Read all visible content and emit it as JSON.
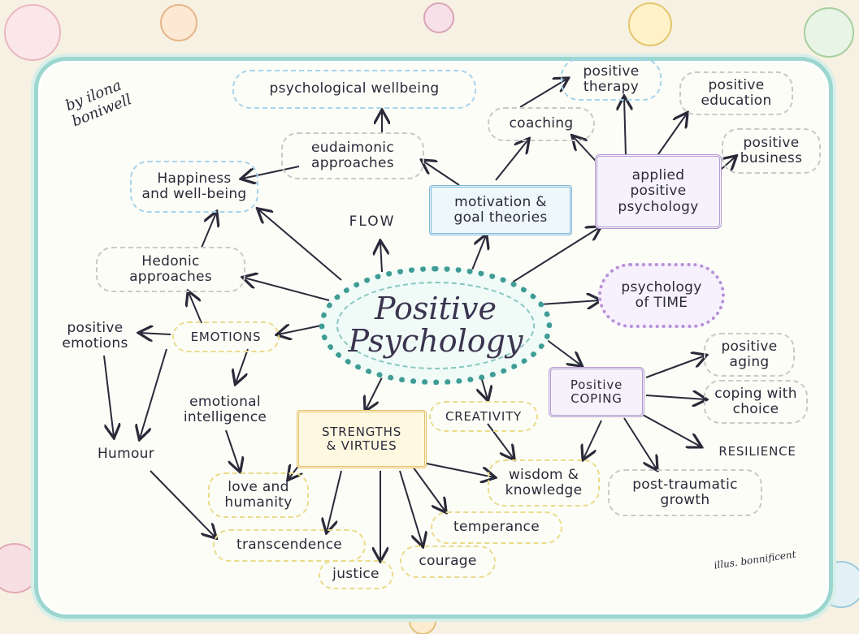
{
  "author_signature": "by ilona boniwell",
  "illustrator_signature": "illus. bonnificent",
  "center": {
    "line1": "Positive",
    "line2": "Psychology"
  },
  "nodes": {
    "psychological_wellbeing": "psychological wellbeing",
    "eudaimonic_approaches": "eudaimonic\napproaches",
    "happiness_wellbeing": "Happiness\nand well-being",
    "flow": "FLOW",
    "hedonic_approaches": "Hedonic\napproaches",
    "positive_emotions": "positive\nemotions",
    "emotions": "EMOTIONS",
    "emotional_intelligence": "emotional\nintelligence",
    "humour": "Humour",
    "love_humanity": "love and\nhumanity",
    "transcendence": "transcendence",
    "justice": "justice",
    "courage": "courage",
    "temperance": "temperance",
    "strengths_virtues": "STRENGTHS\n& VIRTUES",
    "creativity": "CREATIVITY",
    "wisdom_knowledge": "wisdom &\nknowledge",
    "motivation_goal": "motivation &\ngoal theories",
    "coaching": "coaching",
    "positive_therapy": "positive\ntherapy",
    "positive_education": "positive\neducation",
    "positive_business": "positive\nbusiness",
    "applied_positive": "applied\npositive\npsychology",
    "psychology_time": "psychology\nof TIME",
    "positive_coping": "Positive\nCOPING",
    "positive_aging": "positive\naging",
    "coping_choice": "coping with\nchoice",
    "resilience": "RESILIENCE",
    "post_traumatic": "post-traumatic\ngrowth"
  },
  "colors": {
    "frame": "#9bd6cf",
    "center_ring": "#3e9c94",
    "ink": "#2a2a3a",
    "background": "#f6f1e2"
  }
}
